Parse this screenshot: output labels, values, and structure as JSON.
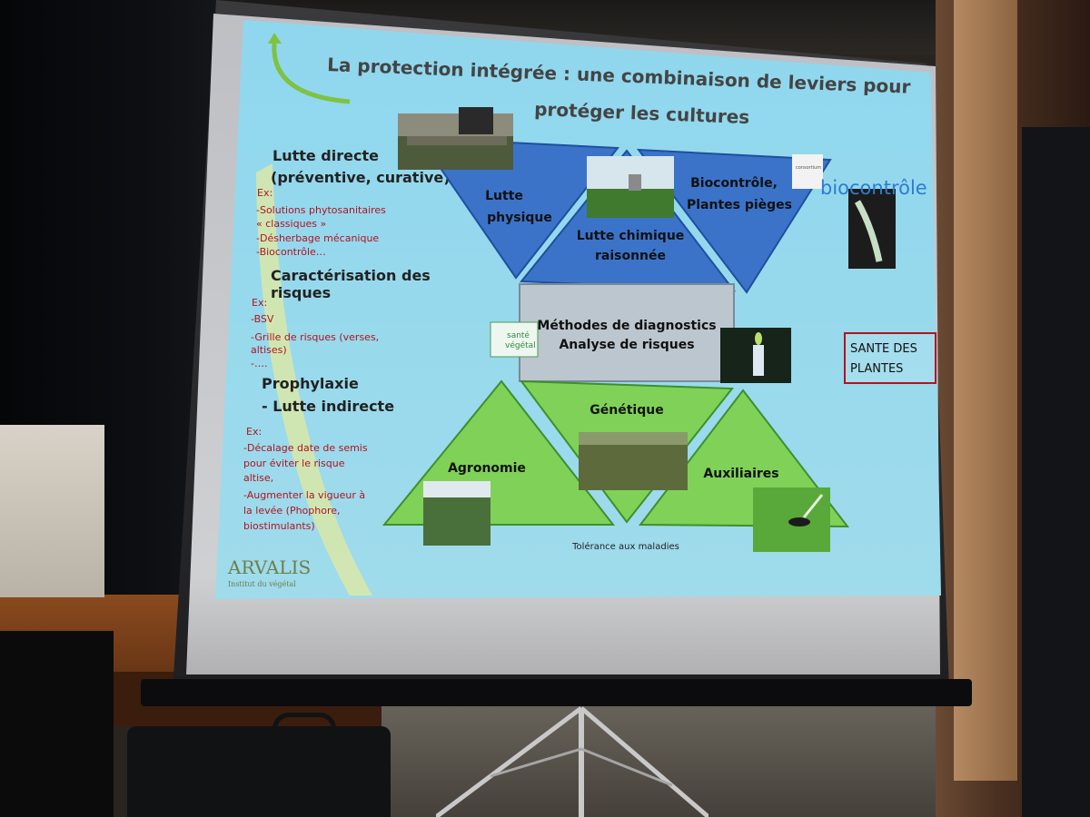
{
  "slide": {
    "title_line1": "La protection intégrée : une combinaison de leviers pour",
    "title_line2": "protéger les cultures",
    "left": {
      "s1_title_1": "Lutte directe",
      "s1_title_2": "(préventive, curative)",
      "s1_ex": "Ex:",
      "s1_items": [
        "-Solutions phytosanitaires",
        "« classiques »",
        "-Désherbage mécanique",
        "-Biocontrôle…"
      ],
      "s2_title_1": "Caractérisation des",
      "s2_title_2": "risques",
      "s2_ex": "Ex:",
      "s2_items": [
        "-BSV",
        "-Grille de risques (verses,",
        "altises)",
        "-…."
      ],
      "s3_title_1": "Prophylaxie",
      "s3_title_2": "- Lutte indirecte",
      "s3_ex": "Ex:",
      "s3_items": [
        "-Décalage date de semis",
        "pour éviter le risque",
        "altise,",
        "-Augmenter la vigueur à",
        "la levée (Phophore,",
        "biostimulants)"
      ]
    },
    "triangles": {
      "lutte_physique_1": "Lutte",
      "lutte_physique_2": "physique",
      "lutte_chimique_1": "Lutte chimique",
      "lutte_chimique_2": "raisonnée",
      "biocontrole_1": "Biocontrôle,",
      "biocontrole_2": "Plantes pièges",
      "agronomie": "Agronomie",
      "genetique": "Génétique",
      "auxiliaires": "Auxiliaires"
    },
    "diagnostics_1": "Méthodes de diagnostics",
    "diagnostics_2": "Analyse de risques",
    "sante_box_1": "SANTE DES",
    "sante_box_2": "PLANTES",
    "tolerance": "Tolérance aux maladies",
    "biocontrole_logo_small": "consortium",
    "biocontrole_logo": "biocontrôle",
    "sante_logo_1": "santé",
    "sante_logo_2": "végétal",
    "arvalis_1": "ARVALIS",
    "arvalis_2": "Institut du végétal"
  },
  "colors": {
    "slide_bg": "#8fd6ec",
    "blue_triangle": "#3b73c9",
    "green_triangle": "#7fd257",
    "diag_box": "#bcc6cf",
    "text": "#222222"
  }
}
